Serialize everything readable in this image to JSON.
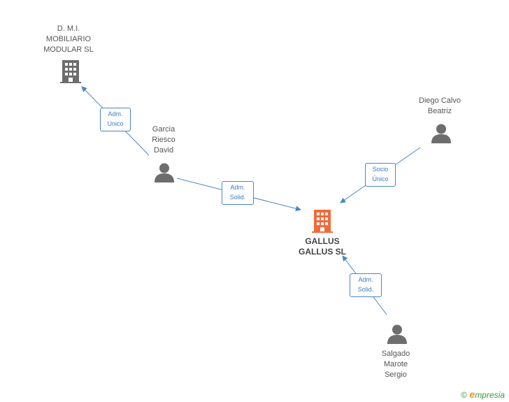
{
  "nodes": {
    "dmi": {
      "lines": [
        "D. M.I.",
        "MOBILIARIO",
        "MODULAR SL"
      ],
      "icon": "building-icon",
      "color": "#6d6d6d"
    },
    "garcia": {
      "lines": [
        "Garcia",
        "Riesco",
        "David"
      ],
      "icon": "person-icon",
      "color": "#6d6d6d"
    },
    "diego": {
      "lines": [
        "Diego Calvo",
        "Beatriz"
      ],
      "icon": "person-icon",
      "color": "#6d6d6d"
    },
    "gallus": {
      "lines": [
        "GALLUS",
        "GALLUS SL"
      ],
      "icon": "building-icon",
      "color": "#f26a3a"
    },
    "salgado": {
      "lines": [
        "Salgado",
        "Marote",
        "Sergio"
      ],
      "icon": "person-icon",
      "color": "#6d6d6d"
    }
  },
  "edges": {
    "garcia_dmi": {
      "lines": [
        "Adm.",
        "Unico"
      ]
    },
    "garcia_gallus": {
      "lines": [
        "Adm.",
        "Solid."
      ]
    },
    "diego_gallus": {
      "lines": [
        "Socio",
        "Único"
      ]
    },
    "salgado_gallus": {
      "lines": [
        "Adm.",
        "Solid."
      ]
    }
  },
  "footer": {
    "copyright": "©",
    "brand_initial": "e",
    "brand_rest": "mpresia"
  },
  "colors": {
    "edge": "#4a86c8",
    "accent": "#f26a3a",
    "neutral": "#6d6d6d"
  }
}
